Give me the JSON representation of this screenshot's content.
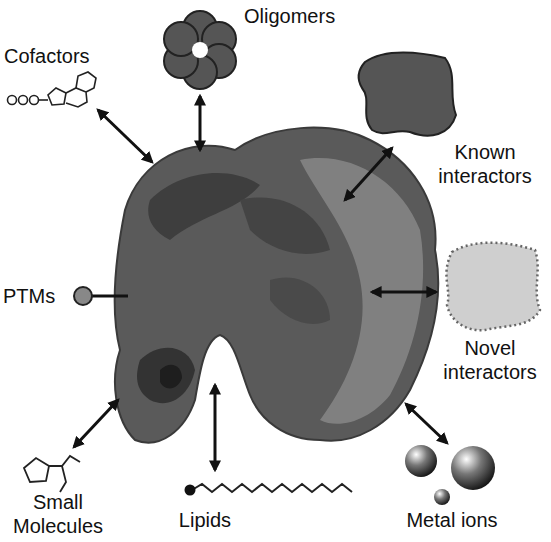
{
  "diagram": {
    "labels": [
      "Cofactors",
      "Oligomers",
      "Known interactors",
      "PTMs",
      "Novel interactors",
      "Small Molecules",
      "Lipids",
      "Metal ions"
    ]
  }
}
